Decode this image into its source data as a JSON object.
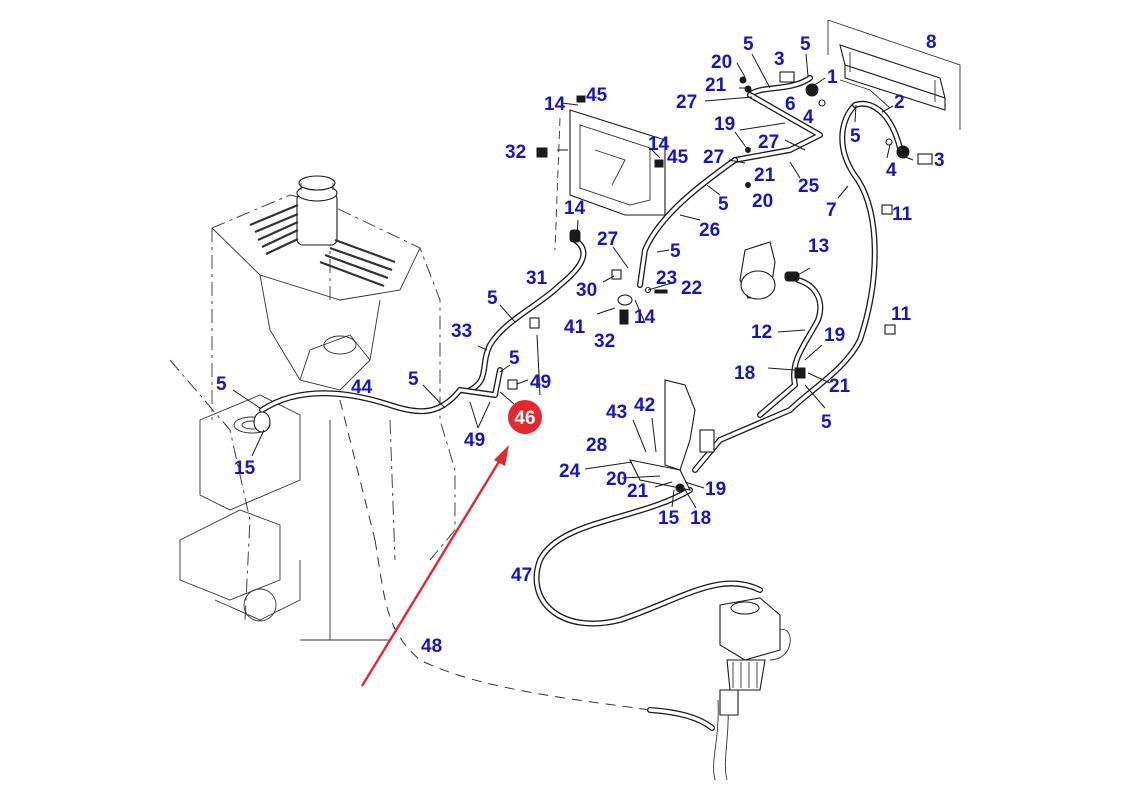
{
  "title": "Fuel system hose routing — exploded parts diagram",
  "colors": {
    "callout_text": "#1414c8",
    "highlight_badge": "#e8262d",
    "highlight_arrow": "#e8262d",
    "line_art": "#1a1a1a"
  },
  "highlight": {
    "part_number": "46",
    "description": "highlighted hose fitting"
  },
  "callouts": [
    {
      "id": "c1",
      "text": "20"
    },
    {
      "id": "c2",
      "text": "5"
    },
    {
      "id": "c3",
      "text": "3"
    },
    {
      "id": "c4",
      "text": "5"
    },
    {
      "id": "c5",
      "text": "8"
    },
    {
      "id": "c6",
      "text": "21"
    },
    {
      "id": "c7",
      "text": "1"
    },
    {
      "id": "c8",
      "text": "27"
    },
    {
      "id": "c9",
      "text": "6"
    },
    {
      "id": "c10",
      "text": "2"
    },
    {
      "id": "c11",
      "text": "4"
    },
    {
      "id": "c12",
      "text": "19"
    },
    {
      "id": "c13",
      "text": "5"
    },
    {
      "id": "c14",
      "text": "27"
    },
    {
      "id": "c15",
      "text": "27"
    },
    {
      "id": "c16",
      "text": "21"
    },
    {
      "id": "c17",
      "text": "4"
    },
    {
      "id": "c18",
      "text": "3"
    },
    {
      "id": "c19",
      "text": "25"
    },
    {
      "id": "c20",
      "text": "20"
    },
    {
      "id": "c21",
      "text": "7"
    },
    {
      "id": "c22",
      "text": "5"
    },
    {
      "id": "c23",
      "text": "11"
    },
    {
      "id": "c24",
      "text": "26"
    },
    {
      "id": "c25",
      "text": "14"
    },
    {
      "id": "c26",
      "text": "45"
    },
    {
      "id": "c27",
      "text": "32"
    },
    {
      "id": "c28",
      "text": "14"
    },
    {
      "id": "c29",
      "text": "45"
    },
    {
      "id": "c30",
      "text": "14"
    },
    {
      "id": "c31",
      "text": "27"
    },
    {
      "id": "c32",
      "text": "5"
    },
    {
      "id": "c33",
      "text": "13"
    },
    {
      "id": "c34",
      "text": "31"
    },
    {
      "id": "c35",
      "text": "23"
    },
    {
      "id": "c36",
      "text": "30"
    },
    {
      "id": "c37",
      "text": "22"
    },
    {
      "id": "c38",
      "text": "5"
    },
    {
      "id": "c39",
      "text": "41"
    },
    {
      "id": "c40",
      "text": "14"
    },
    {
      "id": "c41",
      "text": "11"
    },
    {
      "id": "c42",
      "text": "33"
    },
    {
      "id": "c43",
      "text": "32"
    },
    {
      "id": "c44",
      "text": "12"
    },
    {
      "id": "c45",
      "text": "19"
    },
    {
      "id": "c46",
      "text": "5"
    },
    {
      "id": "c47",
      "text": "18"
    },
    {
      "id": "c48",
      "text": "5"
    },
    {
      "id": "c49",
      "text": "44"
    },
    {
      "id": "c50",
      "text": "5"
    },
    {
      "id": "c51",
      "text": "49"
    },
    {
      "id": "c52",
      "text": "21"
    },
    {
      "id": "c53",
      "text": "43"
    },
    {
      "id": "c54",
      "text": "42"
    },
    {
      "id": "c55",
      "text": "5"
    },
    {
      "id": "c56",
      "text": "49"
    },
    {
      "id": "c57",
      "text": "15"
    },
    {
      "id": "c58",
      "text": "28"
    },
    {
      "id": "c59",
      "text": "24"
    },
    {
      "id": "c60",
      "text": "20"
    },
    {
      "id": "c61",
      "text": "21"
    },
    {
      "id": "c62",
      "text": "19"
    },
    {
      "id": "c63",
      "text": "15"
    },
    {
      "id": "c64",
      "text": "18"
    },
    {
      "id": "c65",
      "text": "47"
    },
    {
      "id": "c66",
      "text": "48"
    }
  ]
}
